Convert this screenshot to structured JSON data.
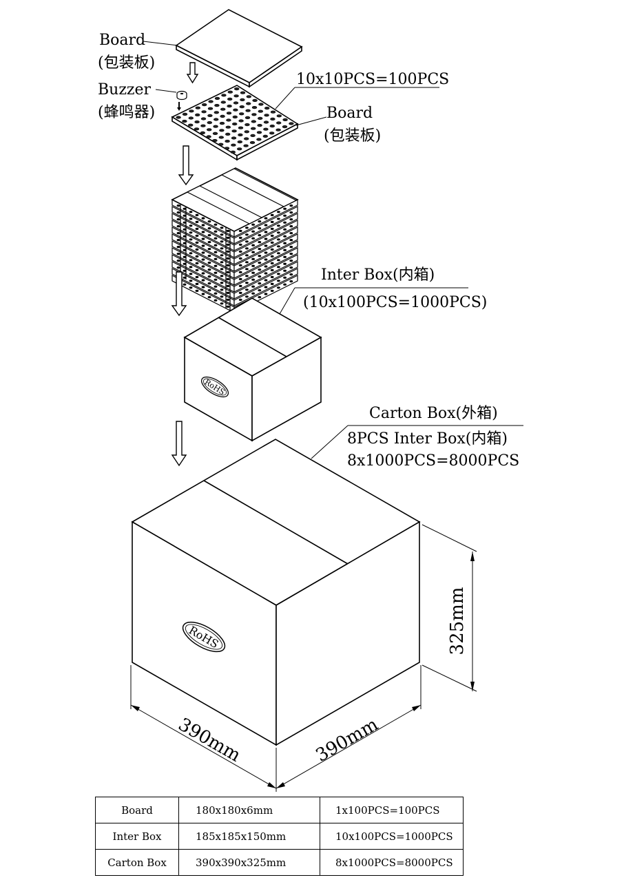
{
  "labels": {
    "top_board": "Board",
    "top_board_cn": "(包装板)",
    "buzzer": "Buzzer",
    "buzzer_cn": "(蜂鸣器)",
    "tray_count": "10x10PCS=100PCS",
    "bottom_board": "Board",
    "bottom_board_cn": "(包装板)",
    "inter_box": "Inter Box(内箱)",
    "inter_box_count": "(10x100PCS=1000PCS)",
    "carton_box": "Carton Box(外箱)",
    "carton_inner": "8PCS Inter Box(内箱)",
    "carton_count": "8x1000PCS=8000PCS",
    "rohs_small": "RoHS",
    "rohs_large": "RoHS"
  },
  "dimensions": {
    "height": "325mm",
    "width_left": "390mm",
    "width_right": "390mm"
  },
  "table": {
    "rows": [
      {
        "item": "Board",
        "size": "180x180x6mm",
        "quantity": "1x100PCS=100PCS"
      },
      {
        "item": "Inter Box",
        "size": "185x185x150mm",
        "quantity": "10x100PCS=1000PCS"
      },
      {
        "item": "Carton Box",
        "size": "390x390x325mm",
        "quantity": "8x1000PCS=8000PCS"
      }
    ]
  }
}
